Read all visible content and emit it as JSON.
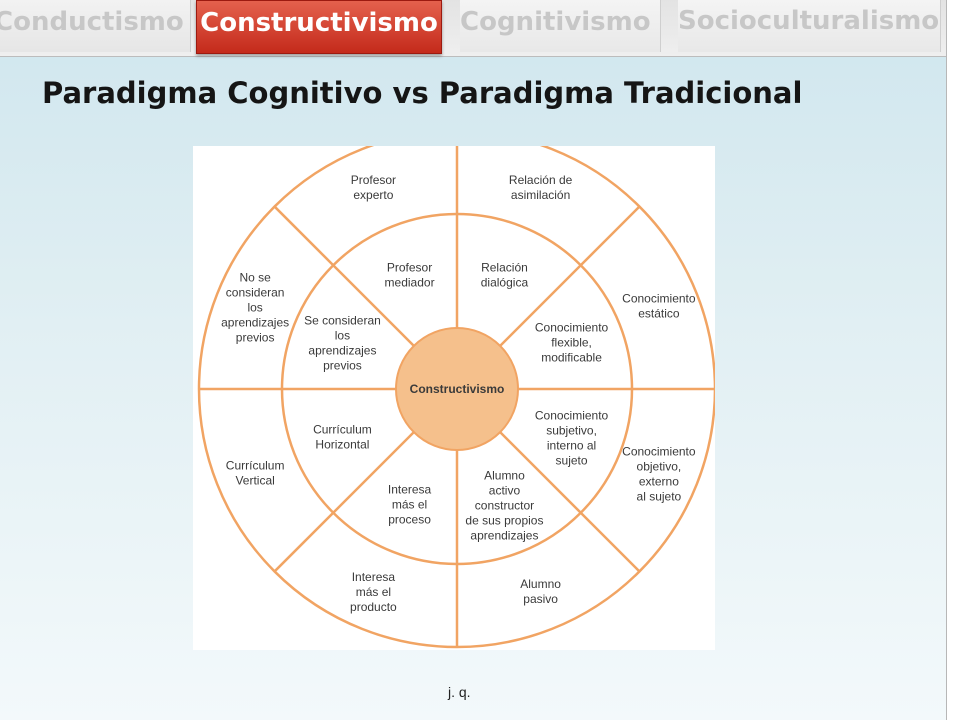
{
  "tabs": [
    {
      "label": "Conductismo",
      "active": false
    },
    {
      "label": "Constructivismo",
      "active": true
    },
    {
      "label": "Cognitivismo",
      "active": false
    },
    {
      "label": "Socioculturalismo",
      "active": false
    }
  ],
  "page_title": "Paradigma Cognitivo vs Paradigma Tradicional",
  "diagram": {
    "center": "Constructivismo",
    "inner_ring": [
      [
        "Profesor",
        "mediador"
      ],
      [
        "Relación",
        "dialógica"
      ],
      [
        "Conocimiento",
        "flexible,",
        "modificable"
      ],
      [
        "Conocimiento",
        "subjetivo,",
        "interno al",
        "sujeto"
      ],
      [
        "Alumno",
        "activo",
        "constructor",
        "de sus  propios",
        "aprendizajes"
      ],
      [
        "Interesa",
        "más el",
        "proceso"
      ],
      [
        "Currículum",
        "Horizontal"
      ],
      [
        "Se  consideran",
        "los",
        "aprendizajes",
        "previos"
      ]
    ],
    "outer_ring": [
      [
        "Profesor",
        "experto"
      ],
      [
        "Relación de",
        "asimilación"
      ],
      [
        "Conocimiento",
        "estático"
      ],
      [
        "Conocimiento",
        "objetivo,",
        "externo",
        "al sujeto"
      ],
      [
        "Alumno",
        "pasivo"
      ],
      [
        "Interesa",
        "más el",
        "producto"
      ],
      [
        "Currículum",
        "Vertical"
      ],
      [
        "No se",
        "consideran",
        "los",
        "aprendizajes",
        "previos"
      ]
    ],
    "colors": {
      "line": "#f1a463",
      "center_fill": "#f5c08c",
      "text": "#3a3a3a"
    }
  },
  "credit": "j. q."
}
